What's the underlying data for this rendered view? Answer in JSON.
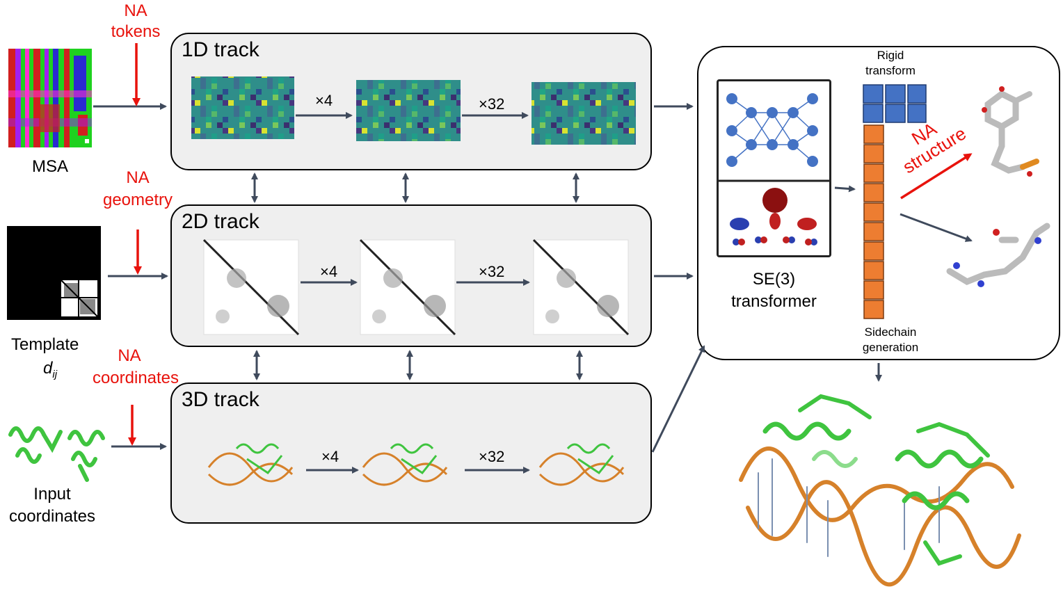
{
  "inputs": {
    "msa_label": "MSA",
    "template_label_line1": "Template",
    "template_label_sym": "d",
    "template_label_sub": "ij",
    "coords_label_line1": "Input",
    "coords_label_line2": "coordinates"
  },
  "na_labels": {
    "tokens_line1": "NA",
    "tokens_line2": "tokens",
    "geometry_line1": "NA",
    "geometry_line2": "geometry",
    "coordinates_line1": "NA",
    "coordinates_line2": "coordinates",
    "structure_line1": "NA",
    "structure_line2": "structure"
  },
  "tracks": {
    "track1": {
      "title": "1D track",
      "rep1": "×4",
      "rep2": "×32"
    },
    "track2": {
      "title": "2D track",
      "rep1": "×4",
      "rep2": "×32"
    },
    "track3": {
      "title": "3D track",
      "rep1": "×4",
      "rep2": "×32"
    }
  },
  "se3": {
    "label_line1": "SE(3)",
    "label_line2": "transformer",
    "rigid_line1": "Rigid",
    "rigid_line2": "transform",
    "sidechain_line1": "Sidechain",
    "sidechain_line2": "generation"
  },
  "colors": {
    "arrow": "#3f4a5c",
    "na_red": "#e8120c",
    "rigid_blue": "#4472c4",
    "sidechain_orange": "#ed7d31",
    "track_bg": "#efefef",
    "protein_green": "#3fc43f",
    "dna_orange": "#d6812a"
  }
}
